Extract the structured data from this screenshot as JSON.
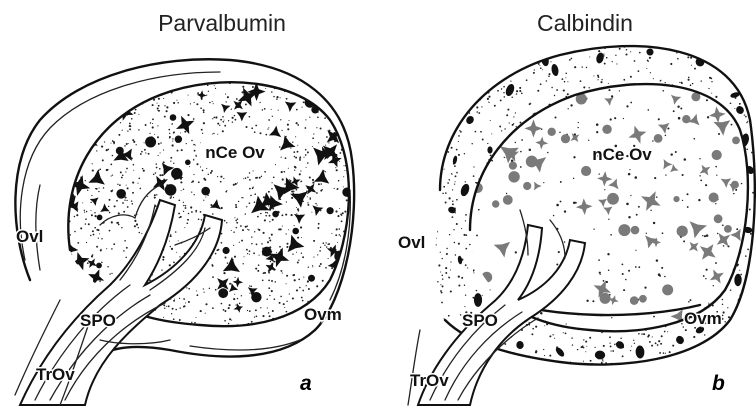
{
  "panels": [
    {
      "id": "a",
      "title": "Parvalbumin",
      "letter": "a",
      "labels": {
        "center": "nCe Ov",
        "lateral": "Ovl",
        "posterior": "SPO",
        "medial": "Ovm",
        "tract": "TrOv"
      },
      "colors": {
        "cell_fill": "#111111",
        "stipple": "#222222"
      }
    },
    {
      "id": "b",
      "title": "Calbindin",
      "letter": "b",
      "labels": {
        "center": "nCe Ov",
        "lateral": "Ovl",
        "posterior": "SPO",
        "medial": "Ovm",
        "tract": "TrOv"
      },
      "colors": {
        "cell_fill": "#7a7a7a",
        "stipple": "#222222",
        "dark_cells": "#111111"
      }
    }
  ]
}
